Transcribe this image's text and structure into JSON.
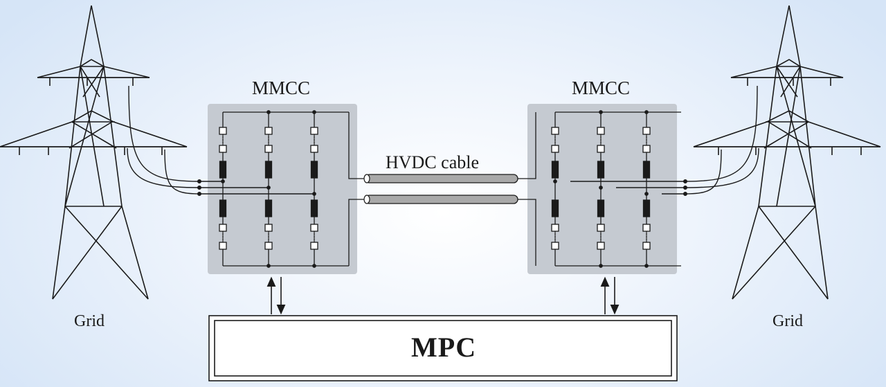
{
  "diagram": {
    "left_grid_label": "Grid",
    "right_grid_label": "Grid",
    "left_converter_label": "MMCC",
    "right_converter_label": "MMCC",
    "cable_label": "HVDC cable",
    "controller_label": "MPC"
  },
  "colors": {
    "line": "#1a1a1a",
    "converter_box": "#c5cad1",
    "cable": "#a9a9a9",
    "background": "#dce8f6"
  }
}
